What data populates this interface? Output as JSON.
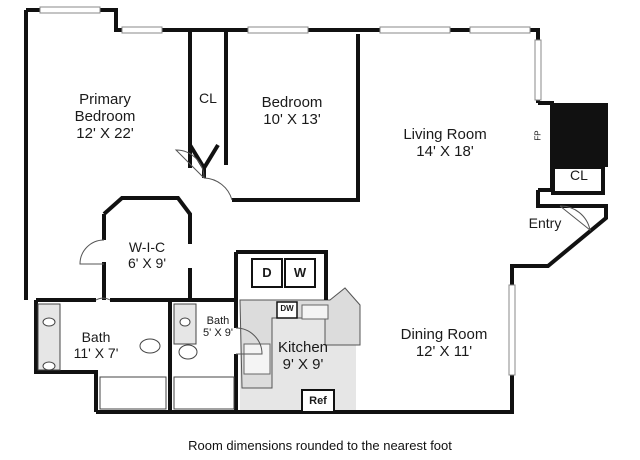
{
  "rooms": {
    "primary_bedroom": {
      "name_line1": "Primary",
      "name_line2": "Bedroom",
      "dims": "12' X 22'"
    },
    "closet_left": {
      "name": "CL"
    },
    "bedroom": {
      "name": "Bedroom",
      "dims": "10' X 13'"
    },
    "living_room": {
      "name": "Living Room",
      "dims": "14' X 18'"
    },
    "fireplace": {
      "name": "FP"
    },
    "closet_right": {
      "name": "CL"
    },
    "entry": {
      "name": "Entry"
    },
    "wic": {
      "name": "W-I-C",
      "dims": "6' X 9'"
    },
    "bath_main": {
      "name": "Bath",
      "dims": "11' X 7'"
    },
    "bath_small": {
      "name": "Bath",
      "dims": "5' X 9'"
    },
    "kitchen": {
      "name": "Kitchen",
      "dims": "9' X 9'"
    },
    "dining_room": {
      "name": "Dining Room",
      "dims": "12' X 11'"
    }
  },
  "appliances": {
    "dryer": "D",
    "washer": "W",
    "dishwasher": "DW",
    "refrigerator": "Ref"
  },
  "caption": "Room dimensions rounded to the nearest foot",
  "colors": {
    "wall": "#111111",
    "floor_gray": "#e6e6e6",
    "window": "#cfcfcf"
  }
}
